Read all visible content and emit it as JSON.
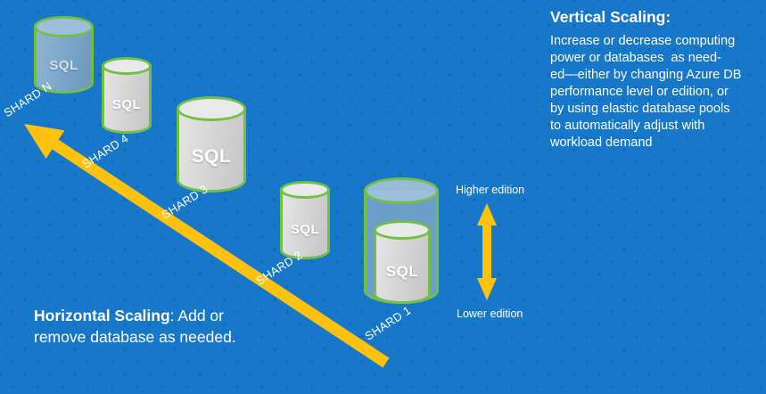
{
  "colors": {
    "background_blue": "#1778C9",
    "arrow_yellow": "#FFC20E",
    "cylinder_outline_green": "#72C043",
    "cylinder_gray": "#D3D3D3",
    "cylinder_blue": "#7BA6C8",
    "text_white": "#FFFFFF"
  },
  "shards": [
    {
      "label": "SHARD N",
      "sql_label": "SQL"
    },
    {
      "label": "SHARD 4",
      "sql_label": "SQL"
    },
    {
      "label": "SHARD 3",
      "sql_label": "SQL"
    },
    {
      "label": "SHARD 2",
      "sql_label": "SQL"
    },
    {
      "label": "SHARD 1",
      "sql_label": "SQL"
    }
  ],
  "horizontal_scaling": {
    "heading": "Horizontal Scaling",
    "line1_rest": ": Add or",
    "line2": "remove database as needed."
  },
  "vertical_scaling": {
    "heading": "Vertical Scaling",
    "colon": ":",
    "lines": [
      "Increase or decrease computing",
      "power or databases  as need-",
      "ed—either by changing Azure DB",
      "performance level or edition, or",
      "by using elastic database pools",
      "to automatically adjust with",
      "workload demand"
    ]
  },
  "edition_labels": {
    "higher": "Higher edition",
    "lower": "Lower edition"
  }
}
